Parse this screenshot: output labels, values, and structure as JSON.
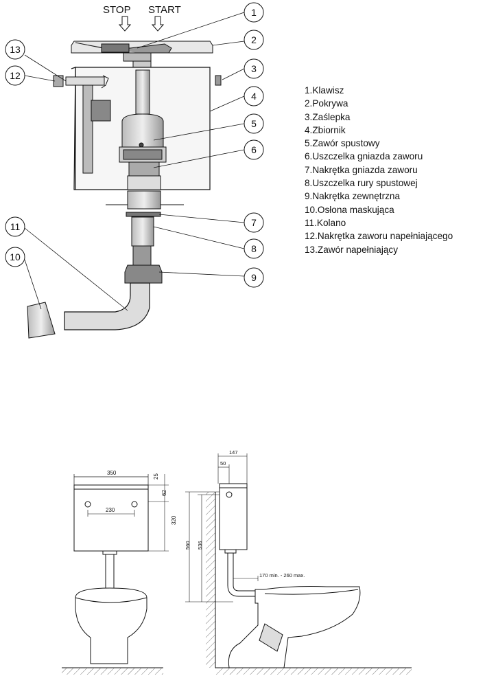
{
  "top_labels": {
    "stop": "STOP",
    "start": "START"
  },
  "callouts": [
    "1",
    "2",
    "3",
    "4",
    "5",
    "6",
    "7",
    "8",
    "9",
    "10",
    "11",
    "12",
    "13"
  ],
  "parts": [
    "1.Klawisz",
    "2.Pokrywa",
    "3.Zaślepka",
    "4.Zbiornik",
    "5.Zawór spustowy",
    "6.Uszczelka gniazda zaworu",
    "7.Nakrętka gniazda zaworu",
    "8.Uszczelka rury spustowej",
    "9.Nakrętka zewnętrzna",
    "10.Osłona maskująca",
    "11.Kolano",
    "12.Nakrętka zaworu napełniającego",
    "13.Zawór napełniający"
  ],
  "dimensions": {
    "front_width": "350",
    "front_top": "25",
    "front_hole_offset": "62",
    "front_hole_spacing": "230",
    "front_height": "320",
    "side_depth": "147",
    "side_hole": "50",
    "side_height_total": "560",
    "side_height_holes": "536",
    "pipe_projection": "170 min. - 260 max."
  },
  "icons": [
    "arrow-down-icon",
    "hatch-pattern"
  ]
}
